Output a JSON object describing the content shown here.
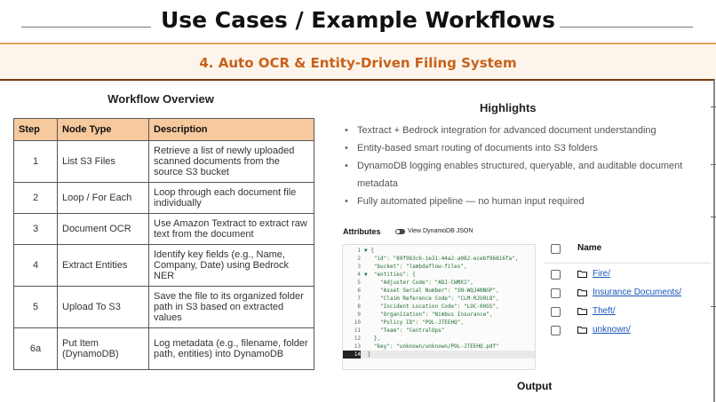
{
  "header": {
    "title": "Use Cases / Example Workflows",
    "subtitle": "4. Auto OCR & Entity-Driven Filing System"
  },
  "workflow": {
    "title": "Workflow Overview",
    "columns": [
      "Step",
      "Node Type",
      "Description"
    ],
    "rows": [
      {
        "step": "1",
        "node": "List S3 Files",
        "desc": "Retrieve a list of newly uploaded scanned documents from the source S3 bucket"
      },
      {
        "step": "2",
        "node": "Loop / For Each",
        "desc": "Loop through each document file individually"
      },
      {
        "step": "3",
        "node": "Document OCR",
        "desc": "Use Amazon Textract to extract raw text from the document"
      },
      {
        "step": "4",
        "node": "Extract Entities",
        "desc": "Identify key fields (e.g., Name, Company, Date) using Bedrock NER"
      },
      {
        "step": "5",
        "node": "Upload To S3",
        "desc": "Save the file to its organized folder path in S3 based on extracted values"
      },
      {
        "step": "6a",
        "node": "Put Item (DynamoDB)",
        "desc": "Log metadata (e.g., filename, folder path, entities) into DynamoDB"
      }
    ]
  },
  "highlights": {
    "title": "Highlights",
    "items": [
      "Textract + Bedrock integration for advanced document understanding",
      "Entity-based smart routing of documents into S3 folders",
      "DynamoDB logging enables structured, queryable, and auditable document metadata",
      "Fully automated pipeline — no human input required"
    ]
  },
  "attributes": {
    "title": "Attributes",
    "toggle_label": "View DynamoDB JSON",
    "code_lines": [
      {
        "n": "1",
        "t": "▼ {"
      },
      {
        "n": "2",
        "t": "   \"id\": \"89f9b3c6-1e31-44a2-a082-ecebf96816fa\","
      },
      {
        "n": "3",
        "t": "   \"bucket\": \"lambdaflow-files\","
      },
      {
        "n": "4",
        "t": "▼  \"entities\": {"
      },
      {
        "n": "5",
        "t": "     \"Adjuster Code\": \"ADJ-CWMX1\","
      },
      {
        "n": "6",
        "t": "     \"Asset Serial Number\": \"SN-WQJ4NNGP\","
      },
      {
        "n": "7",
        "t": "     \"Claim Reference Code\": \"CLM-RJU0L8\","
      },
      {
        "n": "8",
        "t": "     \"Incident Location Code\": \"LOC-00GS\","
      },
      {
        "n": "9",
        "t": "     \"Organization\": \"Nimbus Insurance\","
      },
      {
        "n": "10",
        "t": "     \"Policy ID\": \"POL-JTEEHQ\","
      },
      {
        "n": "11",
        "t": "     \"Team\": \"CentralOps\""
      },
      {
        "n": "12",
        "t": "   },"
      },
      {
        "n": "13",
        "t": "   \"key\": \"unknown/unknown/POL-JTEEHQ.pdf\""
      },
      {
        "n": "14",
        "t": " }"
      }
    ]
  },
  "s3": {
    "column_header": "Name",
    "folders": [
      "Fire/",
      "Insurance Documents/",
      "Theft/",
      "unknown/"
    ]
  },
  "output_label": "Output",
  "colors": {
    "table_header": "#f6c99e",
    "subtitle": "#c8611a",
    "link": "#1a56b8"
  }
}
